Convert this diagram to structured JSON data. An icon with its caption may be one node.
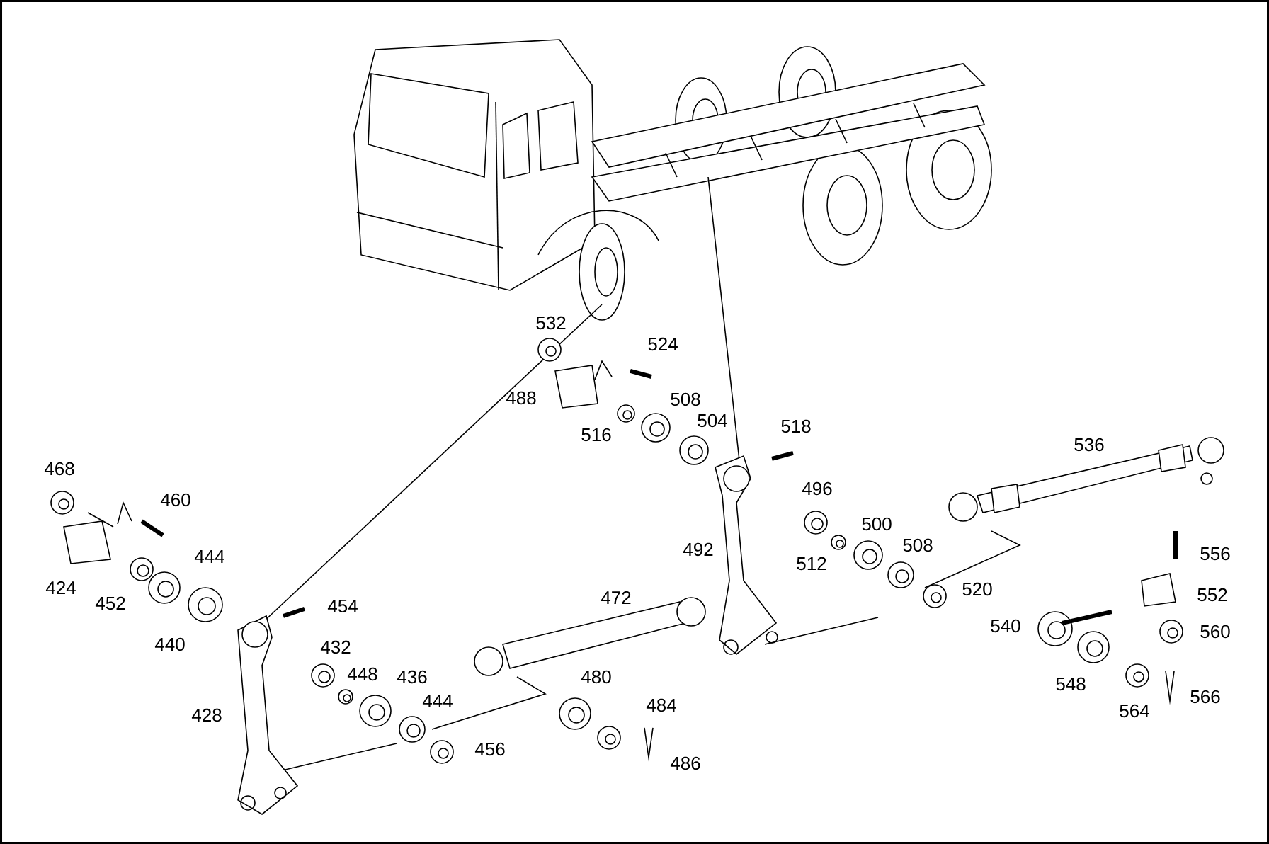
{
  "diagram": {
    "labels": [
      "532",
      "524",
      "488",
      "508",
      "504",
      "516",
      "518",
      "536",
      "468",
      "496",
      "460",
      "492",
      "500",
      "508",
      "556",
      "444",
      "424",
      "512",
      "520",
      "552",
      "452",
      "454",
      "472",
      "540",
      "560",
      "440",
      "432",
      "448",
      "436",
      "548",
      "480",
      "484",
      "444",
      "564",
      "566",
      "428",
      "456",
      "486"
    ]
  }
}
